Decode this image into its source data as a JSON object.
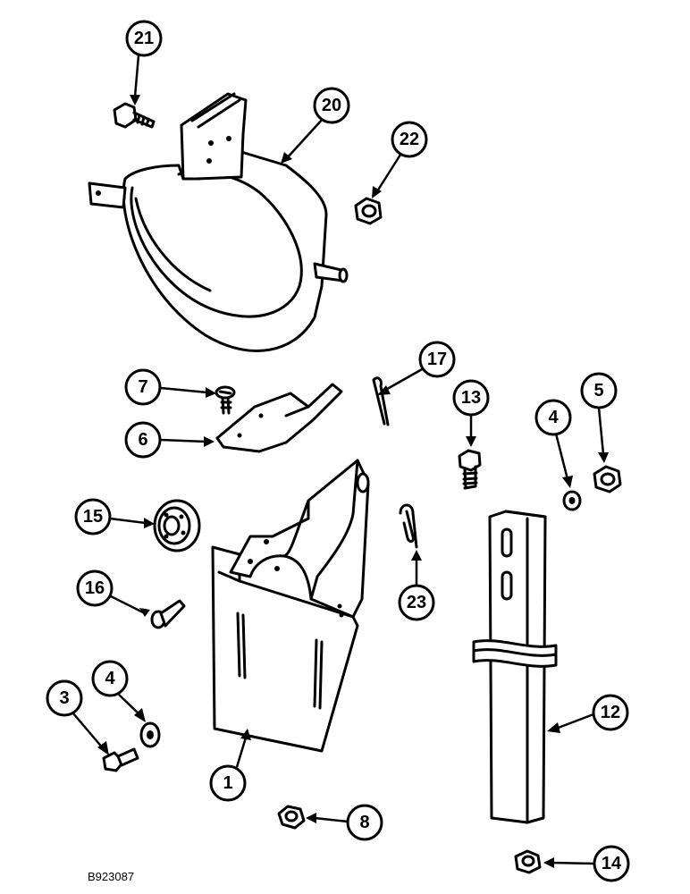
{
  "callouts": [
    {
      "id": "c21",
      "label": "21"
    },
    {
      "id": "c20",
      "label": "20"
    },
    {
      "id": "c22",
      "label": "22"
    },
    {
      "id": "c17",
      "label": "17"
    },
    {
      "id": "c7",
      "label": "7"
    },
    {
      "id": "c6",
      "label": "6"
    },
    {
      "id": "c13",
      "label": "13"
    },
    {
      "id": "c4a",
      "label": "4"
    },
    {
      "id": "c5",
      "label": "5"
    },
    {
      "id": "c15",
      "label": "15"
    },
    {
      "id": "c23",
      "label": "23"
    },
    {
      "id": "c16",
      "label": "16"
    },
    {
      "id": "c12",
      "label": "12"
    },
    {
      "id": "c3",
      "label": "3"
    },
    {
      "id": "c4b",
      "label": "4"
    },
    {
      "id": "c1",
      "label": "1"
    },
    {
      "id": "c8",
      "label": "8"
    },
    {
      "id": "c14",
      "label": "14"
    }
  ],
  "figure_code": "B923087"
}
